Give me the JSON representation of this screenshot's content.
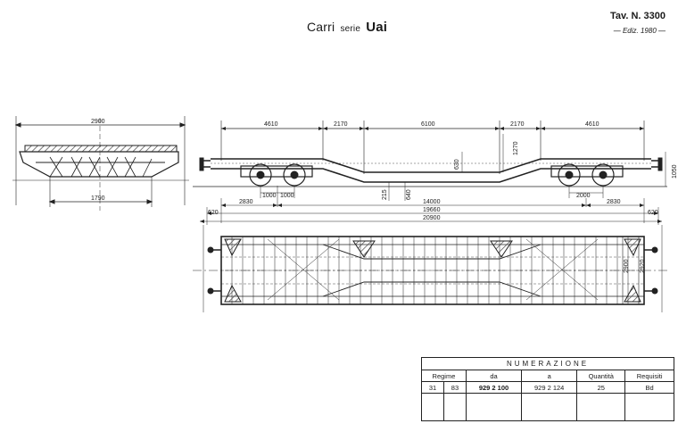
{
  "header": {
    "title_main": "Carri",
    "title_serie": "serie",
    "title_code": "Uai",
    "tav": "Tav. N. 3300",
    "ediz": "— Ediz. 1980 —"
  },
  "section_view": {
    "width_top": "2900",
    "width_bottom": "1790"
  },
  "side_view": {
    "segments": [
      "4610",
      "2170",
      "6100",
      "2170",
      "4610"
    ],
    "depth_mid": "1270",
    "depth_small": "630",
    "height_right": "1050",
    "low_a": "215",
    "low_b": "640",
    "bogie_left_1": "1000",
    "bogie_left_2": "1000",
    "bogie_right": "2000",
    "pivot_left": "2830",
    "pivot_right": "2830",
    "pivots": "14000",
    "overhang_left": "620",
    "overhang_right": "620",
    "frame_length": "19660",
    "total_length": "20900"
  },
  "plan_view": {
    "width_a": "2900",
    "width_b": "2920"
  },
  "numerazione": {
    "title": "NUMERAZIONE",
    "headers": {
      "regime": "Regime",
      "da": "da",
      "a": "a",
      "quantita": "Quantità",
      "requisiti": "Requisiti"
    },
    "row": {
      "regime_1": "31",
      "regime_2": "83",
      "da": "929 2 100",
      "a": "929 2 124",
      "quantita": "25",
      "requisiti": "Bd"
    }
  }
}
